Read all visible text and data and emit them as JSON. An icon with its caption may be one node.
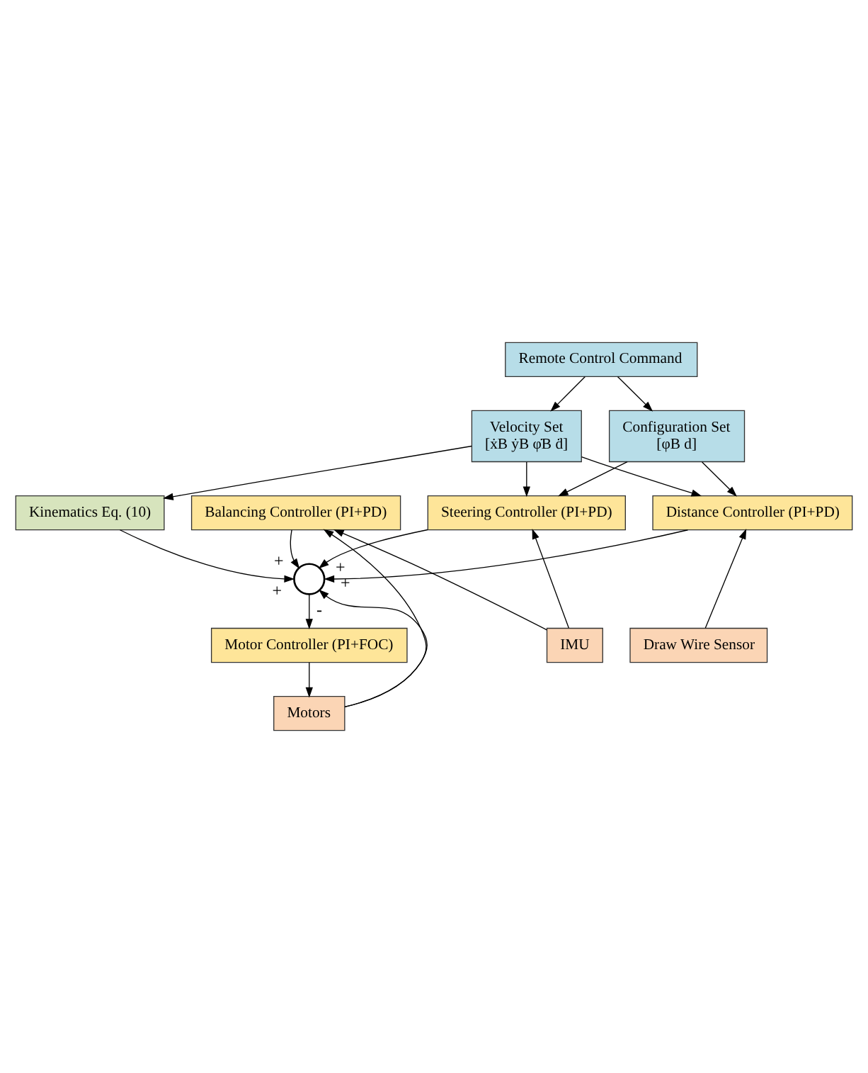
{
  "diagram": {
    "nodes": [
      {
        "text": [
          "Remote Control Command"
        ]
      },
      {
        "text": [
          "Velocity Set",
          "[ẋB ẏB φ̇B ḋ]"
        ]
      },
      {
        "text": [
          "Configuration Set",
          "[φB d]"
        ]
      },
      {
        "text": [
          "Kinematics Eq. (10)"
        ]
      },
      {
        "text": [
          "Balancing Controller (PI+PD)"
        ]
      },
      {
        "text": [
          "Steering Controller (PI+PD)"
        ]
      },
      {
        "text": [
          "Distance Controller (PI+PD)"
        ]
      },
      {
        "text": [],
        "shape": "circle"
      },
      {
        "text": [
          "IMU"
        ]
      },
      {
        "text": [
          "Motor Controller (PI+FOC)"
        ]
      },
      {
        "text": [
          "Draw Wire Sensor"
        ]
      },
      {
        "text": [
          "Motors"
        ]
      }
    ],
    "edges": [
      {
        "from": 0,
        "to": 1,
        "arrow": "to"
      },
      {
        "from": 0,
        "to": 2,
        "arrow": "to"
      },
      {
        "from": 1,
        "to": 3,
        "arrow": "to"
      },
      {
        "from": 1,
        "to": 5,
        "arrow": "to"
      },
      {
        "from": 1,
        "to": 6,
        "arrow": "to"
      },
      {
        "from": 2,
        "to": 5,
        "arrow": "to"
      },
      {
        "from": 2,
        "to": 6,
        "arrow": "to"
      },
      {
        "from": 8,
        "to": 5,
        "arrow": "to"
      },
      {
        "from": 8,
        "to": 4,
        "arrow": "to"
      },
      {
        "from": 4,
        "to": 7,
        "arrow": "to",
        "label": "+"
      },
      {
        "from": 5,
        "to": 7,
        "arrow": "to",
        "label": "+"
      },
      {
        "from": 3,
        "to": 7,
        "arrow": "to",
        "label": "+"
      },
      {
        "from": 6,
        "to": 7,
        "arrow": "to",
        "label": "+"
      },
      {
        "from": 11,
        "to": 7,
        "arrow": "to",
        "label": "-"
      },
      {
        "from": 10,
        "to": 6,
        "arrow": "to"
      },
      {
        "from": 7,
        "to": 9,
        "arrow": "to"
      },
      {
        "from": 9,
        "to": 11,
        "arrow": "to"
      },
      {
        "from": 11,
        "to": 4,
        "arrow": "to"
      }
    ]
  }
}
